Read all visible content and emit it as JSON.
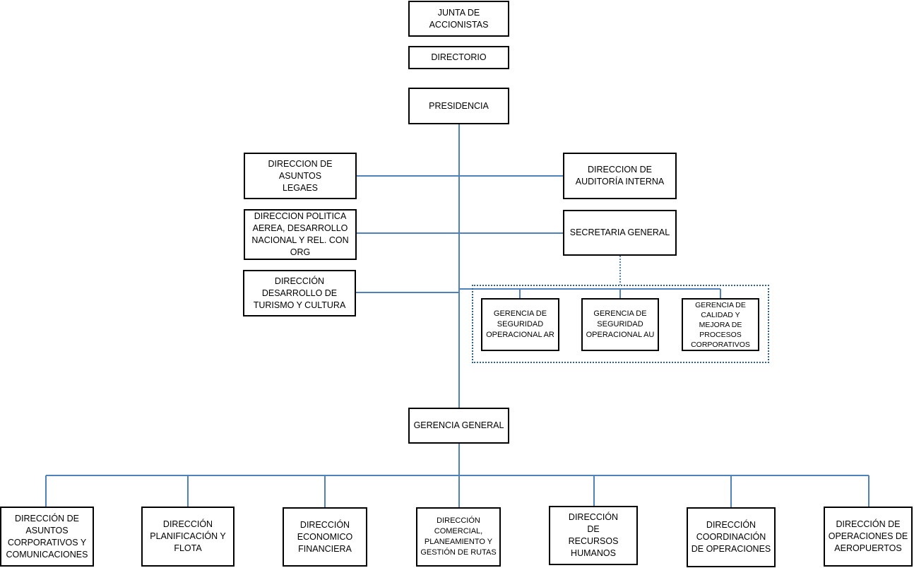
{
  "nodes": {
    "junta": "JUNTA DE ACCIONISTAS",
    "directorio": "DIRECTORIO",
    "presidencia": "PRESIDENCIA",
    "asuntos_legales": "DIRECCION DE ASUNTOS LEGAES",
    "auditoria": "DIRECCION DE AUDITORÍA INTERNA",
    "politica_aerea": "DIRECCION POLITICA AEREA, DESARROLLO NACIONAL Y REL. CON ORG",
    "secretaria": "SECRETARIA GENERAL",
    "turismo": "DIRECCIÓN DESARROLLO DE TURISMO Y CULTURA",
    "seg_ar": "GERENCIA DE SEGURIDAD OPERACIONAL AR",
    "seg_au": "GERENCIA DE SEGURIDAD OPERACIONAL AU",
    "calidad": "GERENCIA DE CALIDAD Y MEJORA DE PROCESOS CORPORATIVOS",
    "gerencia_general": "GERENCIA GENERAL",
    "asuntos_corp": "DIRECCIÓN DE ASUNTOS CORPORATIVOS Y COMUNICACIONES",
    "planificacion": "DIRECCIÓN PLANIFICACIÓN Y FLOTA",
    "economico": "DIRECCIÓN ECONOMICO FINANCIERA",
    "comercial": "DIRECCIÓN COMERCIAL, PLANEAMIENTO Y GESTIÓN DE RUTAS",
    "rrhh": "DIRECCIÓN DE RECURSOS HUMANOS",
    "coordinacion": "DIRECCIÓN COORDINACIÓN DE OPERACIONES",
    "aeropuertos": "DIRECCIÓN DE OPERACIONES DE AEROPUERTOS"
  },
  "colors": {
    "connector": "#4f81bd",
    "border": "#000000"
  }
}
